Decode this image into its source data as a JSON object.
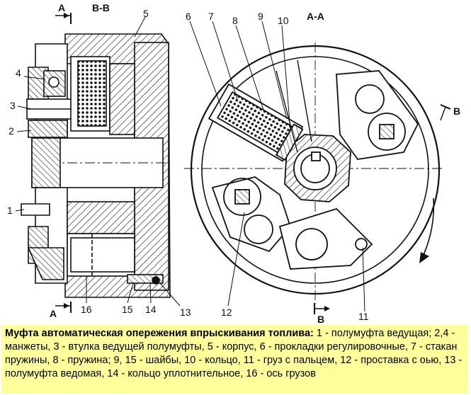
{
  "diagram": {
    "section_labels": {
      "a_top": "А",
      "bb": "В-В",
      "aa": "А-А",
      "b_right": "В",
      "a_bottom": "А",
      "b_bottom": "В"
    },
    "callouts": {
      "n1": "1",
      "n2": "2",
      "n3": "3",
      "n4": "4",
      "n5": "5",
      "n6": "6",
      "n7": "7",
      "n8": "8",
      "n9": "9",
      "n10": "10",
      "n11": "11",
      "n12": "12",
      "n13": "13",
      "n14": "14",
      "n15": "15",
      "n16": "16"
    }
  },
  "caption": {
    "title": "Муфта автоматическая опережения впрыскивания топлива:",
    "text": " 1 - полумуфта ведущая; 2,4 - манжеты, 3 - втулка ведущей полумуфты, 5 - корпус, 6 - прокладки регулировочные, 7 - стакан пружины, 8 - пружина; 9, 15 - шайбы, 10 - кольцо, 11 - груз с пальцем, 12 - проставка с оью, 13 - полумуфта ведомая, 14 - кольцо уплотнительное, 16 - ось грузов"
  }
}
